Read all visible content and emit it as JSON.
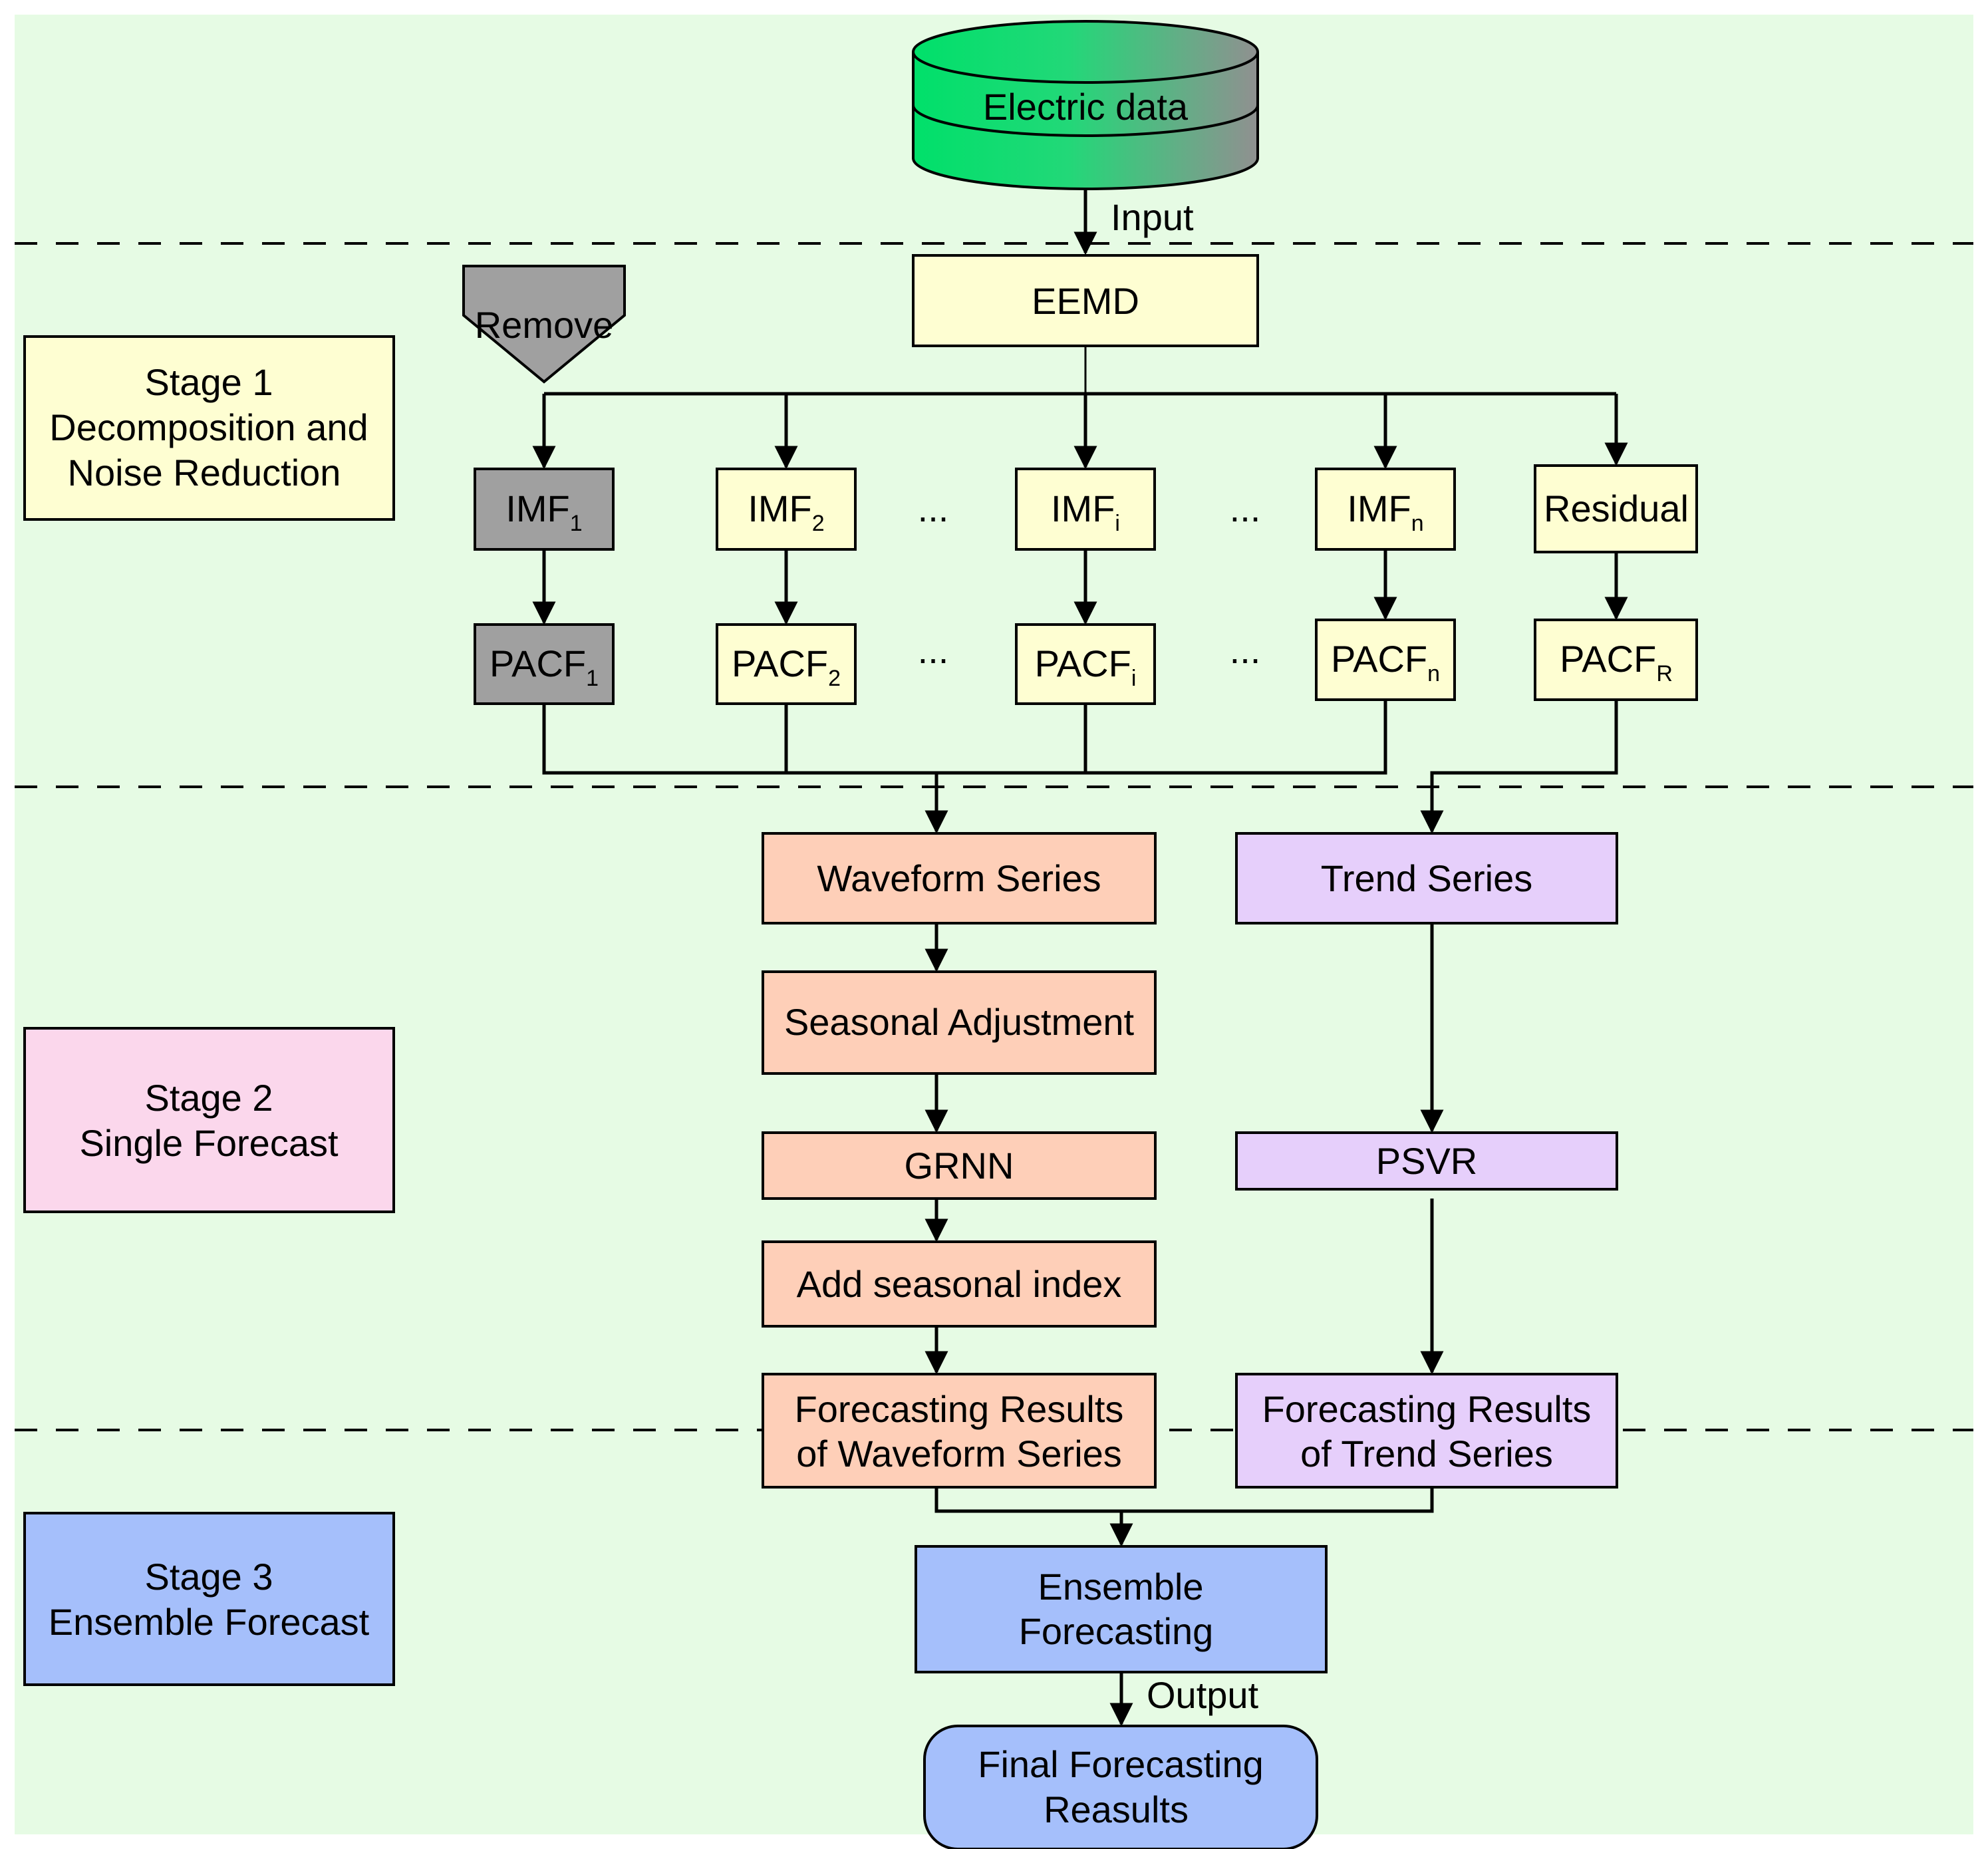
{
  "colors": {
    "background": "#e6fbe4",
    "yellow_box": "#fefed2",
    "gray_box": "#a0a0a0",
    "salmon_box": "#fecfb8",
    "lavender_box": "#e6cffb",
    "blue_box": "#a5bffb",
    "pink_box": "#fbd7ec",
    "cylinder_gradient_start": "#00e06a",
    "cylinder_gradient_end": "#909090"
  },
  "source": {
    "label": "Electric data",
    "input_label": "Input"
  },
  "remove": {
    "label": "Remove"
  },
  "eemd": {
    "label": "EEMD"
  },
  "dots": "...",
  "imfs": [
    {
      "main": "IMF",
      "sub": "1"
    },
    {
      "main": "IMF",
      "sub": "2"
    },
    {
      "main": "IMF",
      "sub": "i"
    },
    {
      "main": "IMF",
      "sub": "n"
    }
  ],
  "residual": {
    "label": "Residual"
  },
  "pacfs": [
    {
      "main": "PACF",
      "sub": "1"
    },
    {
      "main": "PACF",
      "sub": "2"
    },
    {
      "main": "PACF",
      "sub": "i"
    },
    {
      "main": "PACF",
      "sub": "n"
    },
    {
      "main": "PACF",
      "sub": "R"
    }
  ],
  "stages": {
    "stage1": {
      "line1": "Stage 1",
      "line2": "Decomposition and",
      "line3": "Noise Reduction"
    },
    "stage2": {
      "line1": "Stage 2",
      "line2": "Single Forecast"
    },
    "stage3": {
      "line1": "Stage 3",
      "line2": "Ensemble Forecast"
    }
  },
  "waveform": {
    "series": "Waveform Series",
    "seasonal": "Seasonal Adjustment",
    "grnn": "GRNN",
    "add_index": "Add seasonal index",
    "results_line1": "Forecasting Results",
    "results_line2": "of Waveform Series"
  },
  "trend": {
    "series": "Trend Series",
    "psvr": "PSVR",
    "results_line1": "Forecasting Results",
    "results_line2": "of Trend Series"
  },
  "ensemble": {
    "line1": "Ensemble",
    "line2": "Forecasting",
    "output_label": "Output"
  },
  "final": {
    "line1": "Final Forecasting",
    "line2": "Reasults"
  }
}
